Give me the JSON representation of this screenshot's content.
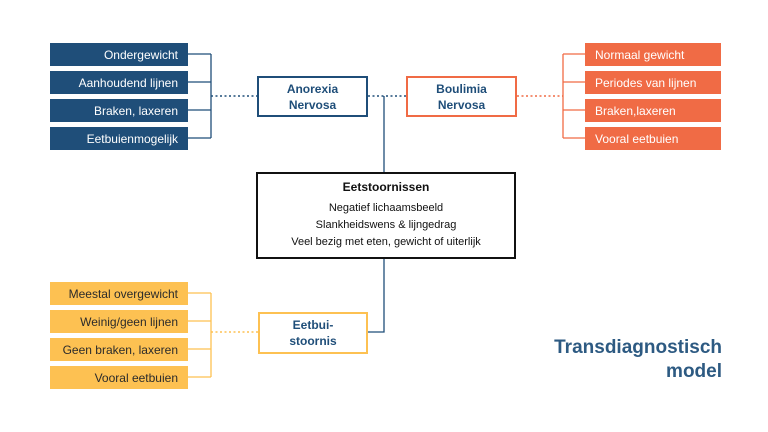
{
  "anorexia": {
    "title_line1": "Anorexia",
    "title_line2": "Nervosa",
    "traits": [
      "Ondergewicht",
      "Aanhoudend lijnen",
      "Braken, laxeren",
      "Eetbuienmogelijk"
    ]
  },
  "boulimia": {
    "title_line1": "Boulimia",
    "title_line2": "Nervosa",
    "traits": [
      "Normaal gewicht",
      "Periodes van lijnen",
      "Braken,laxeren",
      "Vooral eetbuien"
    ]
  },
  "eetbuistoornis": {
    "title_line1": "Eetbui-",
    "title_line2": "stoornis",
    "traits": [
      "Meestal overgewicht",
      "Weinig/geen lijnen",
      "Geen braken, laxeren",
      "Vooral eetbuien"
    ]
  },
  "central": {
    "title": "Eetstoornissen",
    "lines": [
      "Negatief lichaamsbeeld",
      "Slankheidswens & lijngedrag",
      "Veel bezig met eten, gewicht of uiterlijk"
    ]
  },
  "model_title": {
    "line1": "Transdiagnostisch",
    "line2": "model"
  },
  "colors": {
    "blue": "#1f4e79",
    "orange": "#f06b45",
    "yellow": "#fdc152",
    "title": "#2d5a82"
  }
}
